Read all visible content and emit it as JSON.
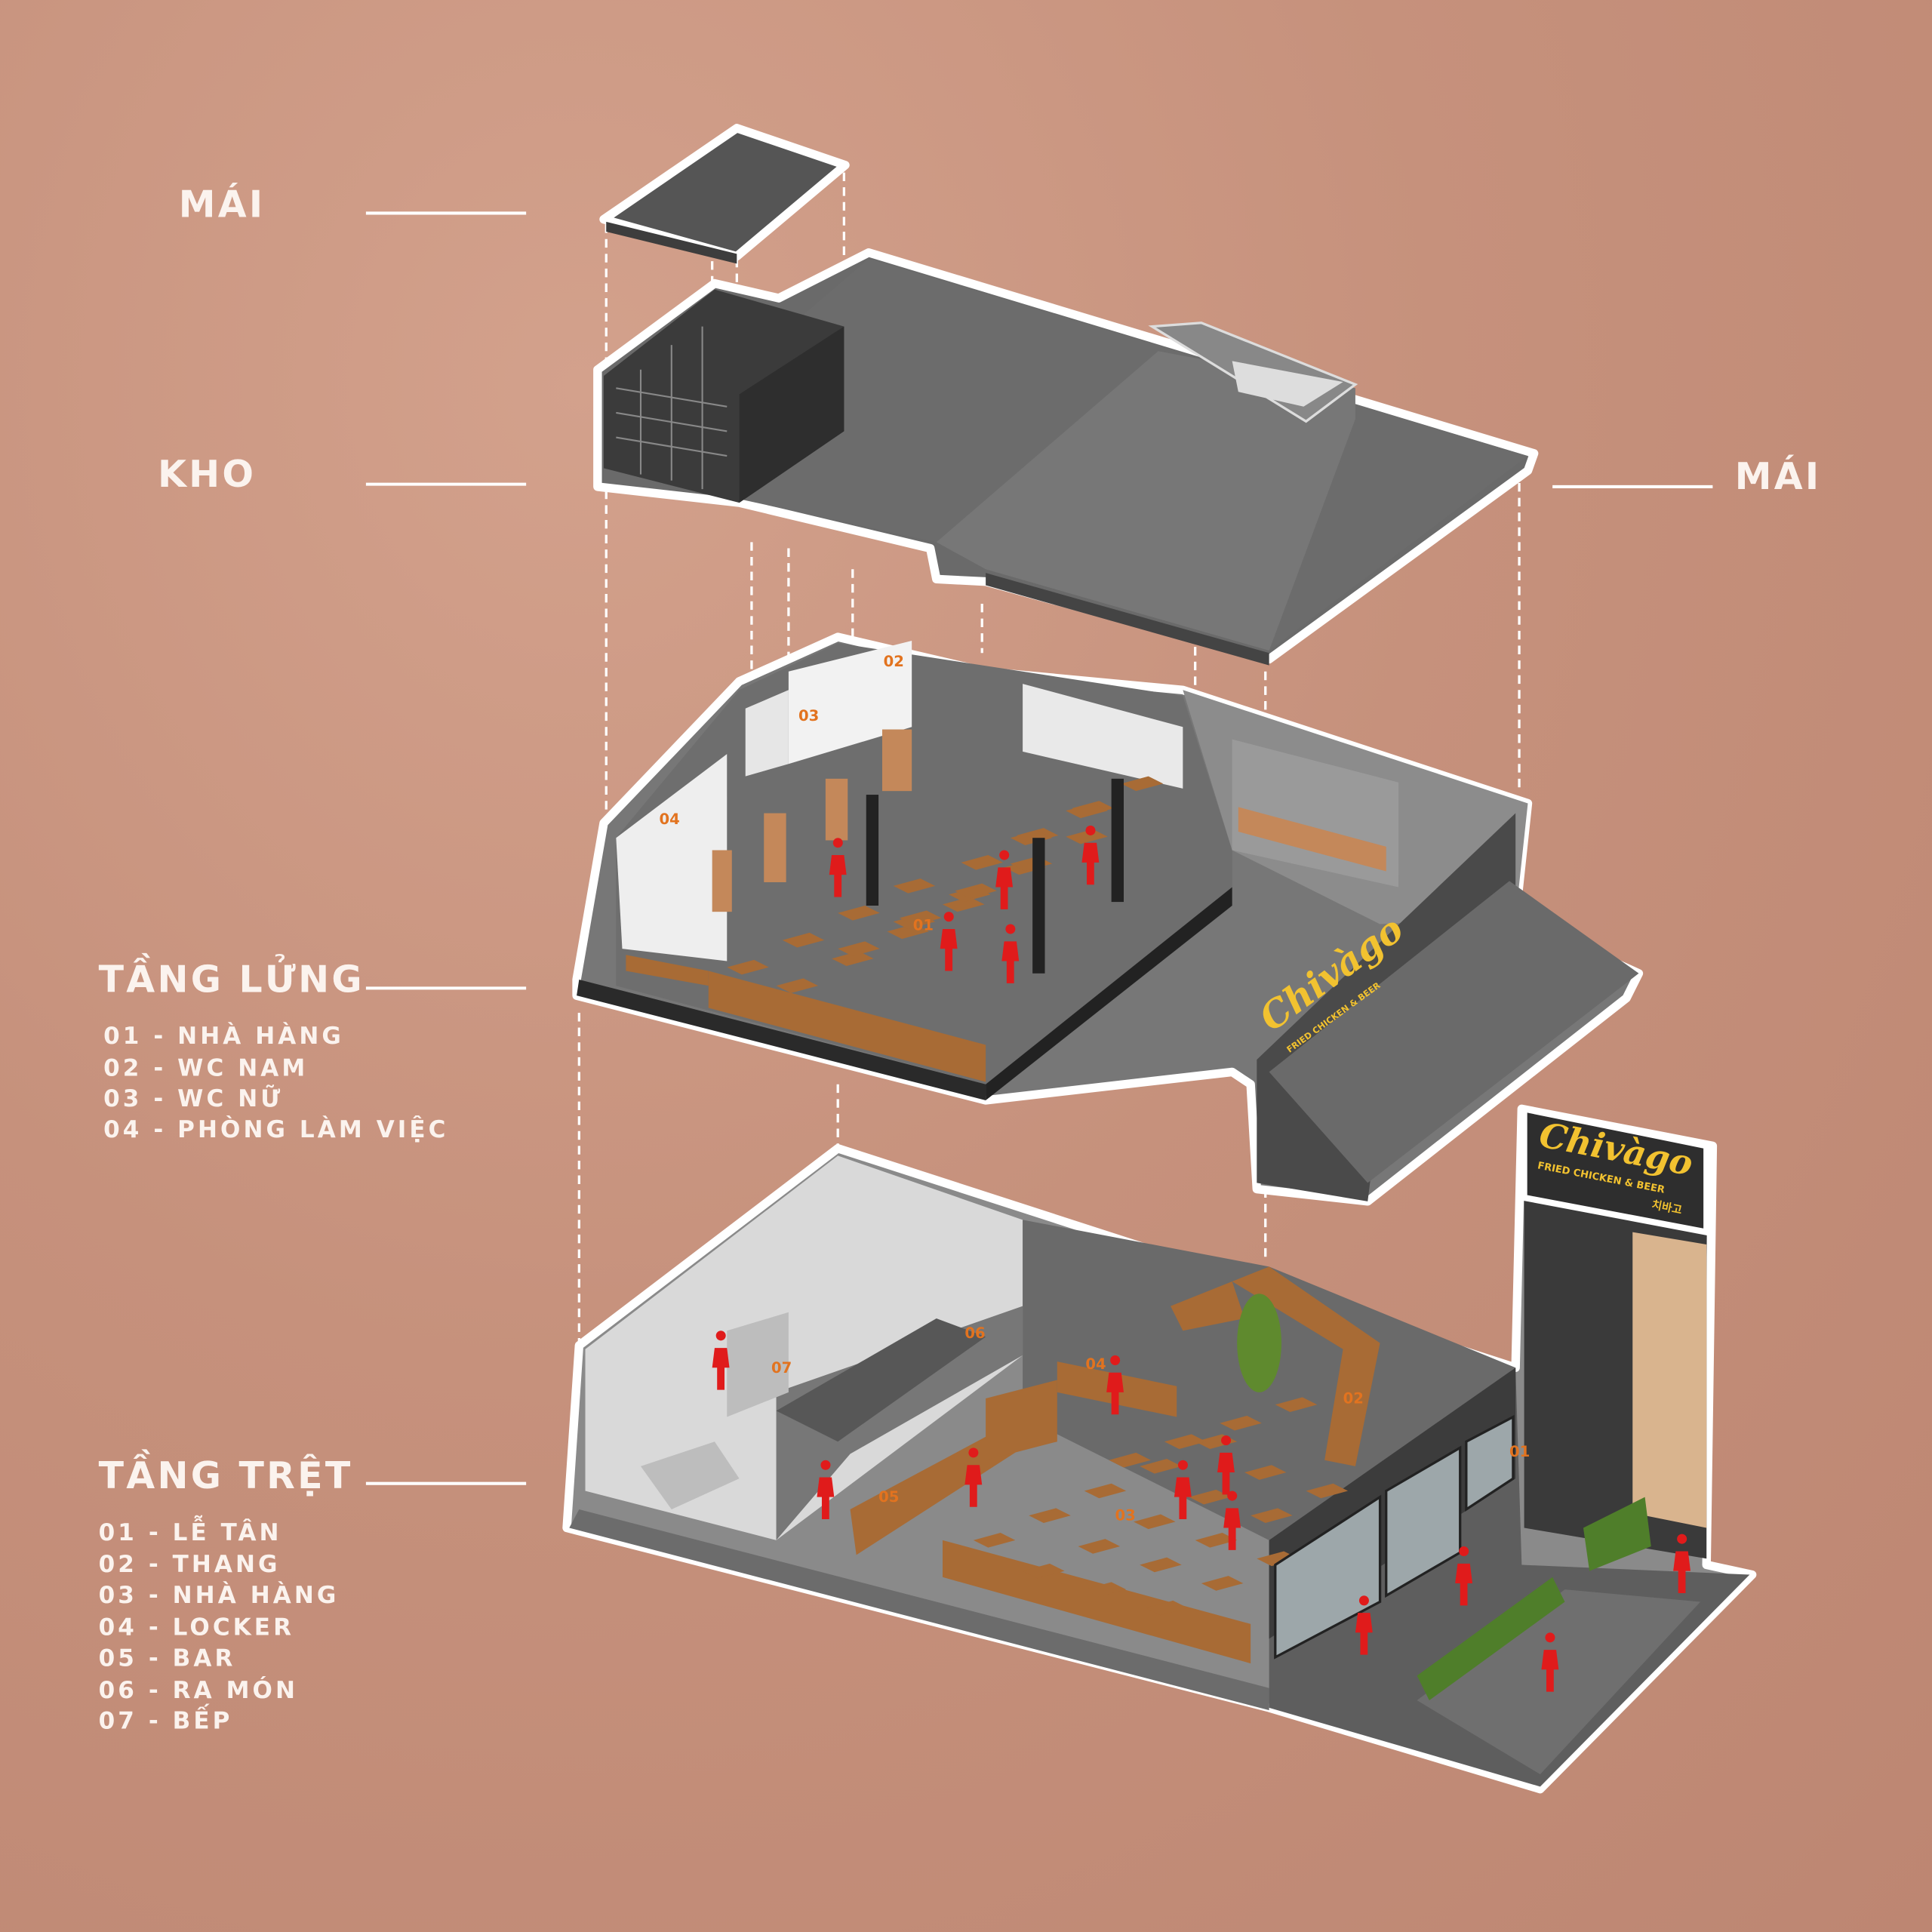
{
  "labels": {
    "roof_top": "MÁI",
    "storage": "KHO",
    "roof_right": "MÁI",
    "mezzanine": {
      "title": "TẦNG LỬNG",
      "items": [
        "01 - NHÀ HÀNG",
        "02 - WC NAM",
        "03 - WC NỮ",
        "04 - PHÒNG LÀM VIỆC"
      ]
    },
    "ground": {
      "title": "TẦNG TRỆT",
      "items": [
        "01 - LỄ TÂN",
        "02 - THANG",
        "03 - NHÀ HÀNG",
        "04 - LOCKER",
        "05 - BAR",
        "06 - RA MÓN",
        "07 - BẾP"
      ]
    }
  },
  "room_tags": {
    "mezzanine": [
      "02",
      "03",
      "04",
      "01"
    ],
    "ground": [
      "07",
      "06",
      "04",
      "02",
      "05",
      "03",
      "01"
    ]
  },
  "brand_sign": {
    "name": "Chivàgo",
    "tagline": "FRIED CHICKEN & BEER",
    "korean": "치바고"
  },
  "colors": {
    "background": "#c8937e",
    "label_text": "#fbf3ee",
    "room_tag": "#e2731f",
    "slab": "#5e5e5e",
    "wood": "#a86b35",
    "figure": "#e01b1b",
    "sign_yellow": "#f2c230"
  }
}
